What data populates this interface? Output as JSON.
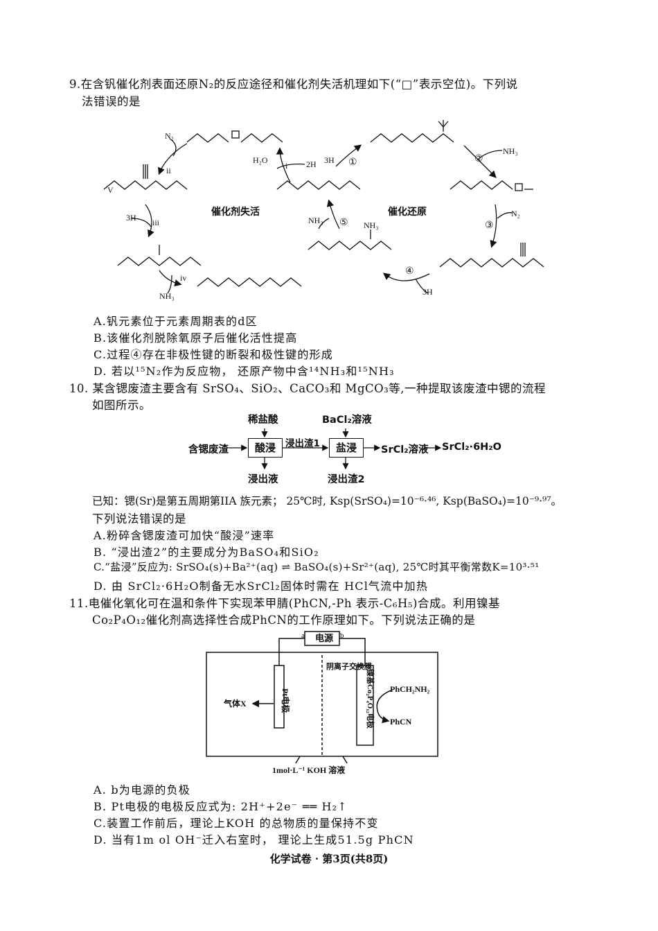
{
  "q9": {
    "stem_line1": "9.在含钒催化剂表面还原N₂的反应途径和催化剂失活机理如下(“□”表示空位)。下列说",
    "stem_line2": "法错误的是",
    "diagram": {
      "label_deactivation": "催化剂失活",
      "label_reduction": "催化还原",
      "step_i": "i",
      "step_ii": "ii",
      "step_iii": "iii",
      "step_iv": "iv",
      "step_1": "①",
      "step_2": "②",
      "step_3": "③",
      "step_4": "④",
      "step_5": "⑤",
      "h2o": "H₂O",
      "h2": "2H",
      "n2_a": "N₂",
      "n2_b": "N₂",
      "h3_a": "3H",
      "h3_b": "3H",
      "h3_c": "3H",
      "nh3_out_2": "NH₃",
      "nh3_out_5": "NH₃",
      "nh3_out_iv": "NH₃",
      "nh3_group": "NH₃"
    },
    "options": [
      "A.钒元素位于元素周期表的d区",
      "B.该催化剂脱除氧原子后催化活性提高",
      "C.过程④存在非极性键的断裂和极性键的形成",
      "D. 若以¹⁵N₂作为反应物， 还原产物中含¹⁴NH₃和¹⁵NH₃"
    ]
  },
  "q10": {
    "stem_line1": "10. 某含锶废渣主要含有 SrSO₄、SiO₂、CaCO₃和 MgCO₃等,一种提取该废渣中锶的流程",
    "stem_line2": "如图所示。",
    "flow": {
      "input": "含锶废渣",
      "reagent1": "稀盐酸",
      "step1": "酸浸",
      "residue1": "浸出渣1",
      "reagent2": "BaCl₂溶液",
      "step2": "盐浸",
      "product1": "SrCl₂溶液",
      "product2": "SrCl₂·6H₂O",
      "out1": "浸出液",
      "out2": "浸出渣2"
    },
    "known_line": "已知：锶(Sr)是第五周期第IIA 族元素； 25℃时, Ksp(SrSO₄)=10⁻⁶·⁴⁶, Ksp(BaSO₄)=10⁻⁹·⁹⁷。",
    "stem_line3": "下列说法错误的是",
    "options": [
      "A.粉碎含锶废渣可加快“酸浸”速率",
      "B. “浸出渣2”的主要成分为BaSO₄和SiO₂",
      "C.“盐浸”反应为: SrSO₄(s)+Ba²⁺(aq) ⇌ BaSO₄(s)+Sr²⁺(aq), 25℃时其平衡常数K=10³·⁵¹",
      "D.  由 SrCl₂·6H₂O制备无水SrCl₂固体时需在 HCl气流中加热"
    ]
  },
  "q11": {
    "stem_line1": "11.电催化氧化可在温和条件下实现苯甲腈(PhCN,-Ph 表示-C₆H₅)合成。利用镍基",
    "stem_line2": "Co₂P₄O₁₂催化剂高选择性合成PhCN的工作原理如下。下列说法正确的是",
    "cell": {
      "power": "电源",
      "terminal_a": "a",
      "terminal_b": "b",
      "membrane": "阴离子交换膜",
      "left_electrode": "Pt电极",
      "right_electrode": "镍基Co₂P₄O₁₂电极",
      "gas_x": "气体X",
      "reactant": "PhCH₂NH₂",
      "product": "PhCN",
      "electrolyte": "1mol·L⁻¹ KOH 溶液"
    },
    "options": [
      "A. b为电源的负极",
      "B. Pt电极的电极反应式为:  2H⁺+2e⁻ ══ H₂↑",
      "C.装置工作前后，理论上KOH 的总物质的量保持不变",
      "D.  当有1m ol OH⁻迁入右室时， 理论上生成51.5g PhCN"
    ]
  },
  "footer": "化学试卷 · 第3页(共8页)"
}
